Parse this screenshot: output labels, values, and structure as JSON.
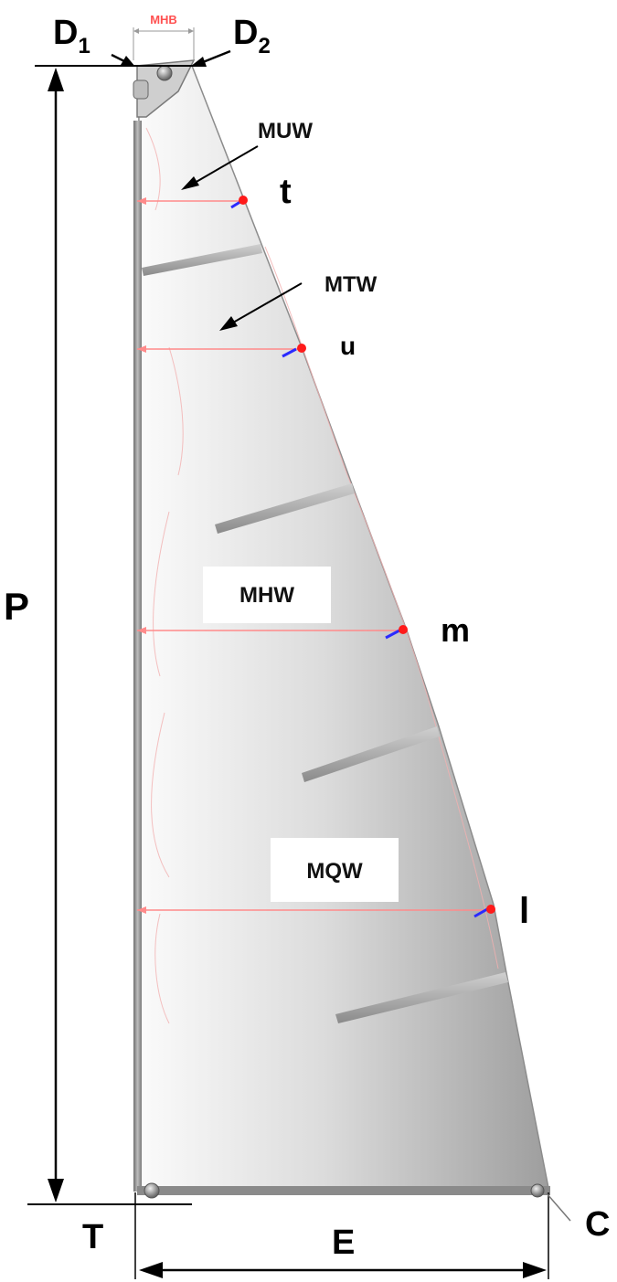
{
  "labels": {
    "d1": "D",
    "d1_sub": "1",
    "d2": "D",
    "d2_sub": "2",
    "mhb": "MHB",
    "muw": "MUW",
    "mtw": "MTW",
    "mhw": "MHW",
    "mqw": "MQW",
    "t": "t",
    "u": "u",
    "m": "m",
    "l": "l",
    "p": "P",
    "t_foot": "T",
    "e": "E",
    "c": "C"
  },
  "colors": {
    "measure_line": "#ff8a8a",
    "measure_point": "#ff1a1a",
    "leech_tick": "#2a2aff",
    "mhb_label": "#ff5050",
    "sail_light": "#f7f7f7",
    "sail_dark": "#9a9a9a",
    "mast": "#8a8a8a",
    "batten": "#a8a8a8"
  }
}
